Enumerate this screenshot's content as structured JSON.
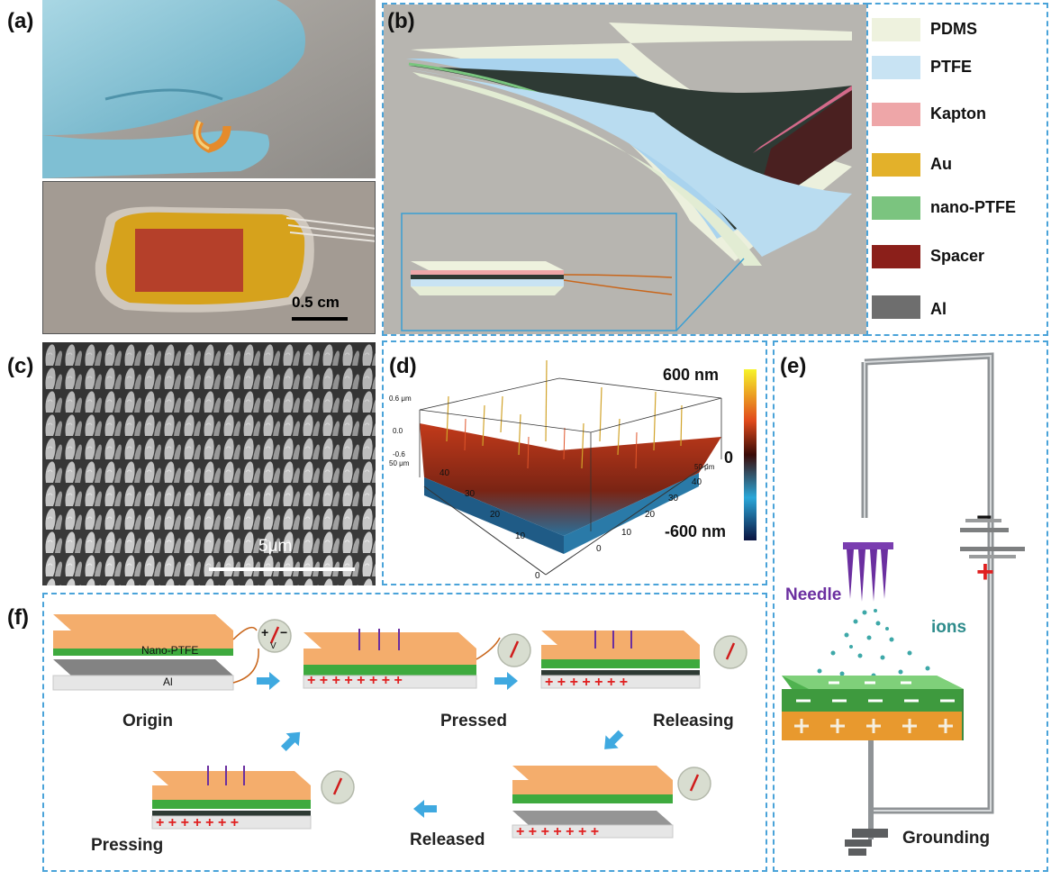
{
  "panel_labels": {
    "a": "(a)",
    "b": "(b)",
    "c": "(c)",
    "d": "(d)",
    "e": "(e)",
    "f": "(f)"
  },
  "panel_a": {
    "scale_bar": "0.5 cm"
  },
  "panel_b": {
    "legend": [
      {
        "label": "PDMS",
        "color": "#eef2de"
      },
      {
        "label": "PTFE",
        "color": "#c8e3f3"
      },
      {
        "label": "Kapton",
        "color": "#eea6a8"
      },
      {
        "label": "Au",
        "color": "#e3b12a"
      },
      {
        "label": "nano-PTFE",
        "color": "#7bc47f"
      },
      {
        "label": "Spacer",
        "color": "#8b1f1a"
      },
      {
        "label": "Al",
        "color": "#6e6e6e"
      }
    ]
  },
  "panel_c": {
    "scale_bar": "5μm"
  },
  "panel_d": {
    "colorbar_top": "600 nm",
    "colorbar_mid": "0",
    "colorbar_bottom": "-600 nm",
    "z_ticks": [
      "0.6 μm",
      "0.0",
      "-0.6"
    ],
    "z_axis_end": "50 μm",
    "right_axis_end": "50 μm",
    "left_axis_ticks": [
      "40",
      "30",
      "20",
      "10",
      "0"
    ],
    "right_axis_ticks": [
      "40",
      "30",
      "20",
      "10",
      "0"
    ]
  },
  "panel_e": {
    "needle": "Needle",
    "ions": "ions",
    "grounding": "Grounding",
    "minus": "−",
    "plus": "+"
  },
  "panel_f": {
    "stages": {
      "origin": "Origin",
      "pressed": "Pressed",
      "releasing": "Releasing",
      "released": "Released",
      "pressing": "Pressing"
    },
    "layer_top": "Nano-PTFE",
    "layer_bottom": "Al",
    "meter_unit": "V",
    "meter_plus": "+",
    "meter_minus": "−"
  }
}
